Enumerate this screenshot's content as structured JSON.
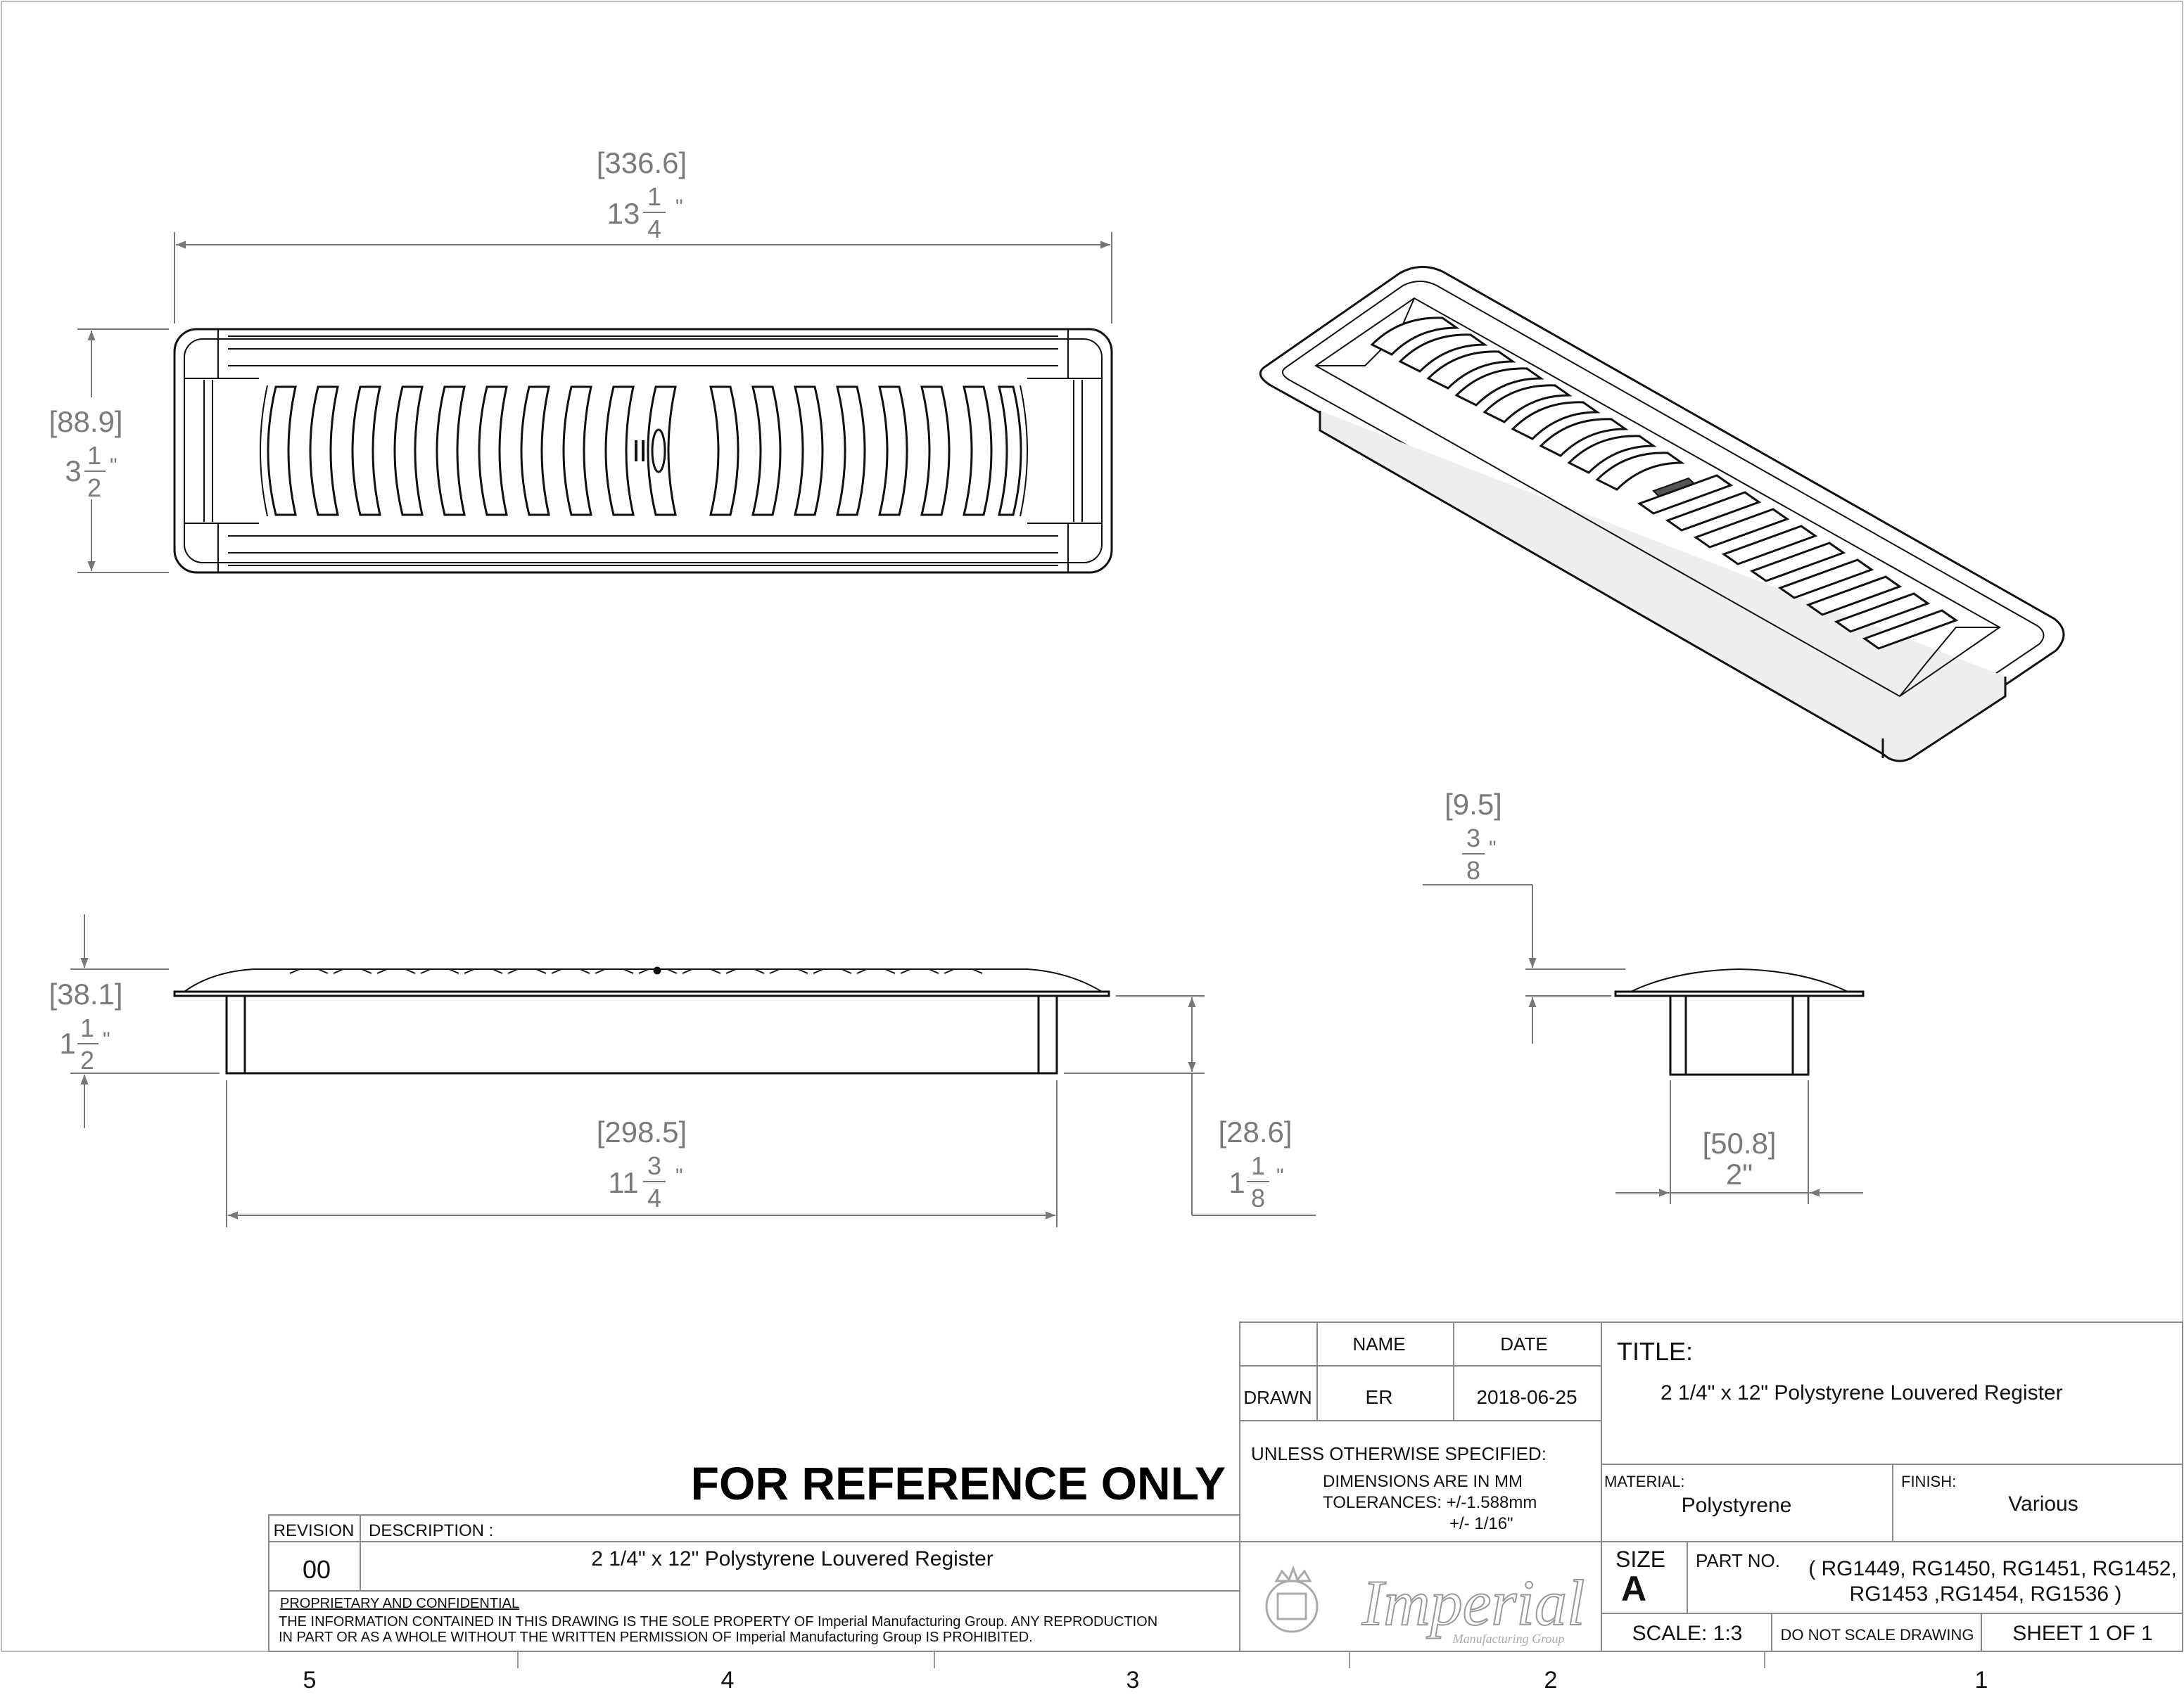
{
  "dimensions": {
    "top_width_mm": "[336.6]",
    "top_width_whole": "13",
    "top_width_num": "1",
    "top_width_den": "4",
    "top_height_mm": "[88.9]",
    "top_height_whole": "3",
    "top_height_num": "1",
    "top_height_den": "2",
    "side_height_mm": "[38.1]",
    "side_height_whole": "1",
    "side_height_num": "1",
    "side_height_den": "2",
    "body_length_mm": "[298.5]",
    "body_length_whole": "11",
    "body_length_num": "3",
    "body_length_den": "4",
    "body_depth_mm": "[28.6]",
    "body_depth_whole": "1",
    "body_depth_num": "1",
    "body_depth_den": "8",
    "flange_mm": "[9.5]",
    "flange_num": "3",
    "flange_den": "8",
    "end_width_mm": "[50.8]",
    "end_width_in": "2\"",
    "inch_mark": "\""
  },
  "reference_banner": "FOR REFERENCE ONLY",
  "title_block": {
    "name_header": "NAME",
    "date_header": "DATE",
    "drawn_label": "DRAWN",
    "drawn_name": "ER",
    "drawn_date": "2018-06-25",
    "title_label": "TITLE:",
    "title_value": "2 1/4\" x 12\" Polystyrene Louvered Register",
    "unless_label": "UNLESS OTHERWISE SPECIFIED:",
    "dims_line": "DIMENSIONS ARE IN MM",
    "tol_line1": "TOLERANCES: +/-1.588mm",
    "tol_line2": "+/- 1/16\"",
    "material_label": "MATERIAL:",
    "material_value": "Polystyrene",
    "finish_label": "FINISH:",
    "finish_value": "Various",
    "size_label": "SIZE",
    "size_value": "A",
    "part_label": "PART NO.",
    "part_line1": "( RG1449, RG1450, RG1451, RG1452,",
    "part_line2": "RG1453 ,RG1454, RG1536 )",
    "scale": "SCALE: 1:3",
    "do_not_scale": "DO NOT SCALE DRAWING",
    "sheet": "SHEET 1 OF 1",
    "logo_text": "Imperial",
    "logo_sub": "Manufacturing Group"
  },
  "revision_block": {
    "revision_label": "REVISION",
    "revision_value": "00",
    "description_label": "DESCRIPTION :",
    "description_value": "2 1/4\" x 12\" Polystyrene Louvered Register",
    "prop_title": "PROPRIETARY AND CONFIDENTIAL",
    "prop_line1": "THE INFORMATION CONTAINED IN THIS DRAWING IS THE SOLE PROPERTY OF Imperial Manufacturing Group. ANY REPRODUCTION",
    "prop_line2": "IN PART OR AS A WHOLE WITHOUT THE WRITTEN PERMISSION OF Imperial Manufacturing Group IS PROHIBITED."
  },
  "zones": [
    "5",
    "4",
    "3",
    "2",
    "1"
  ]
}
